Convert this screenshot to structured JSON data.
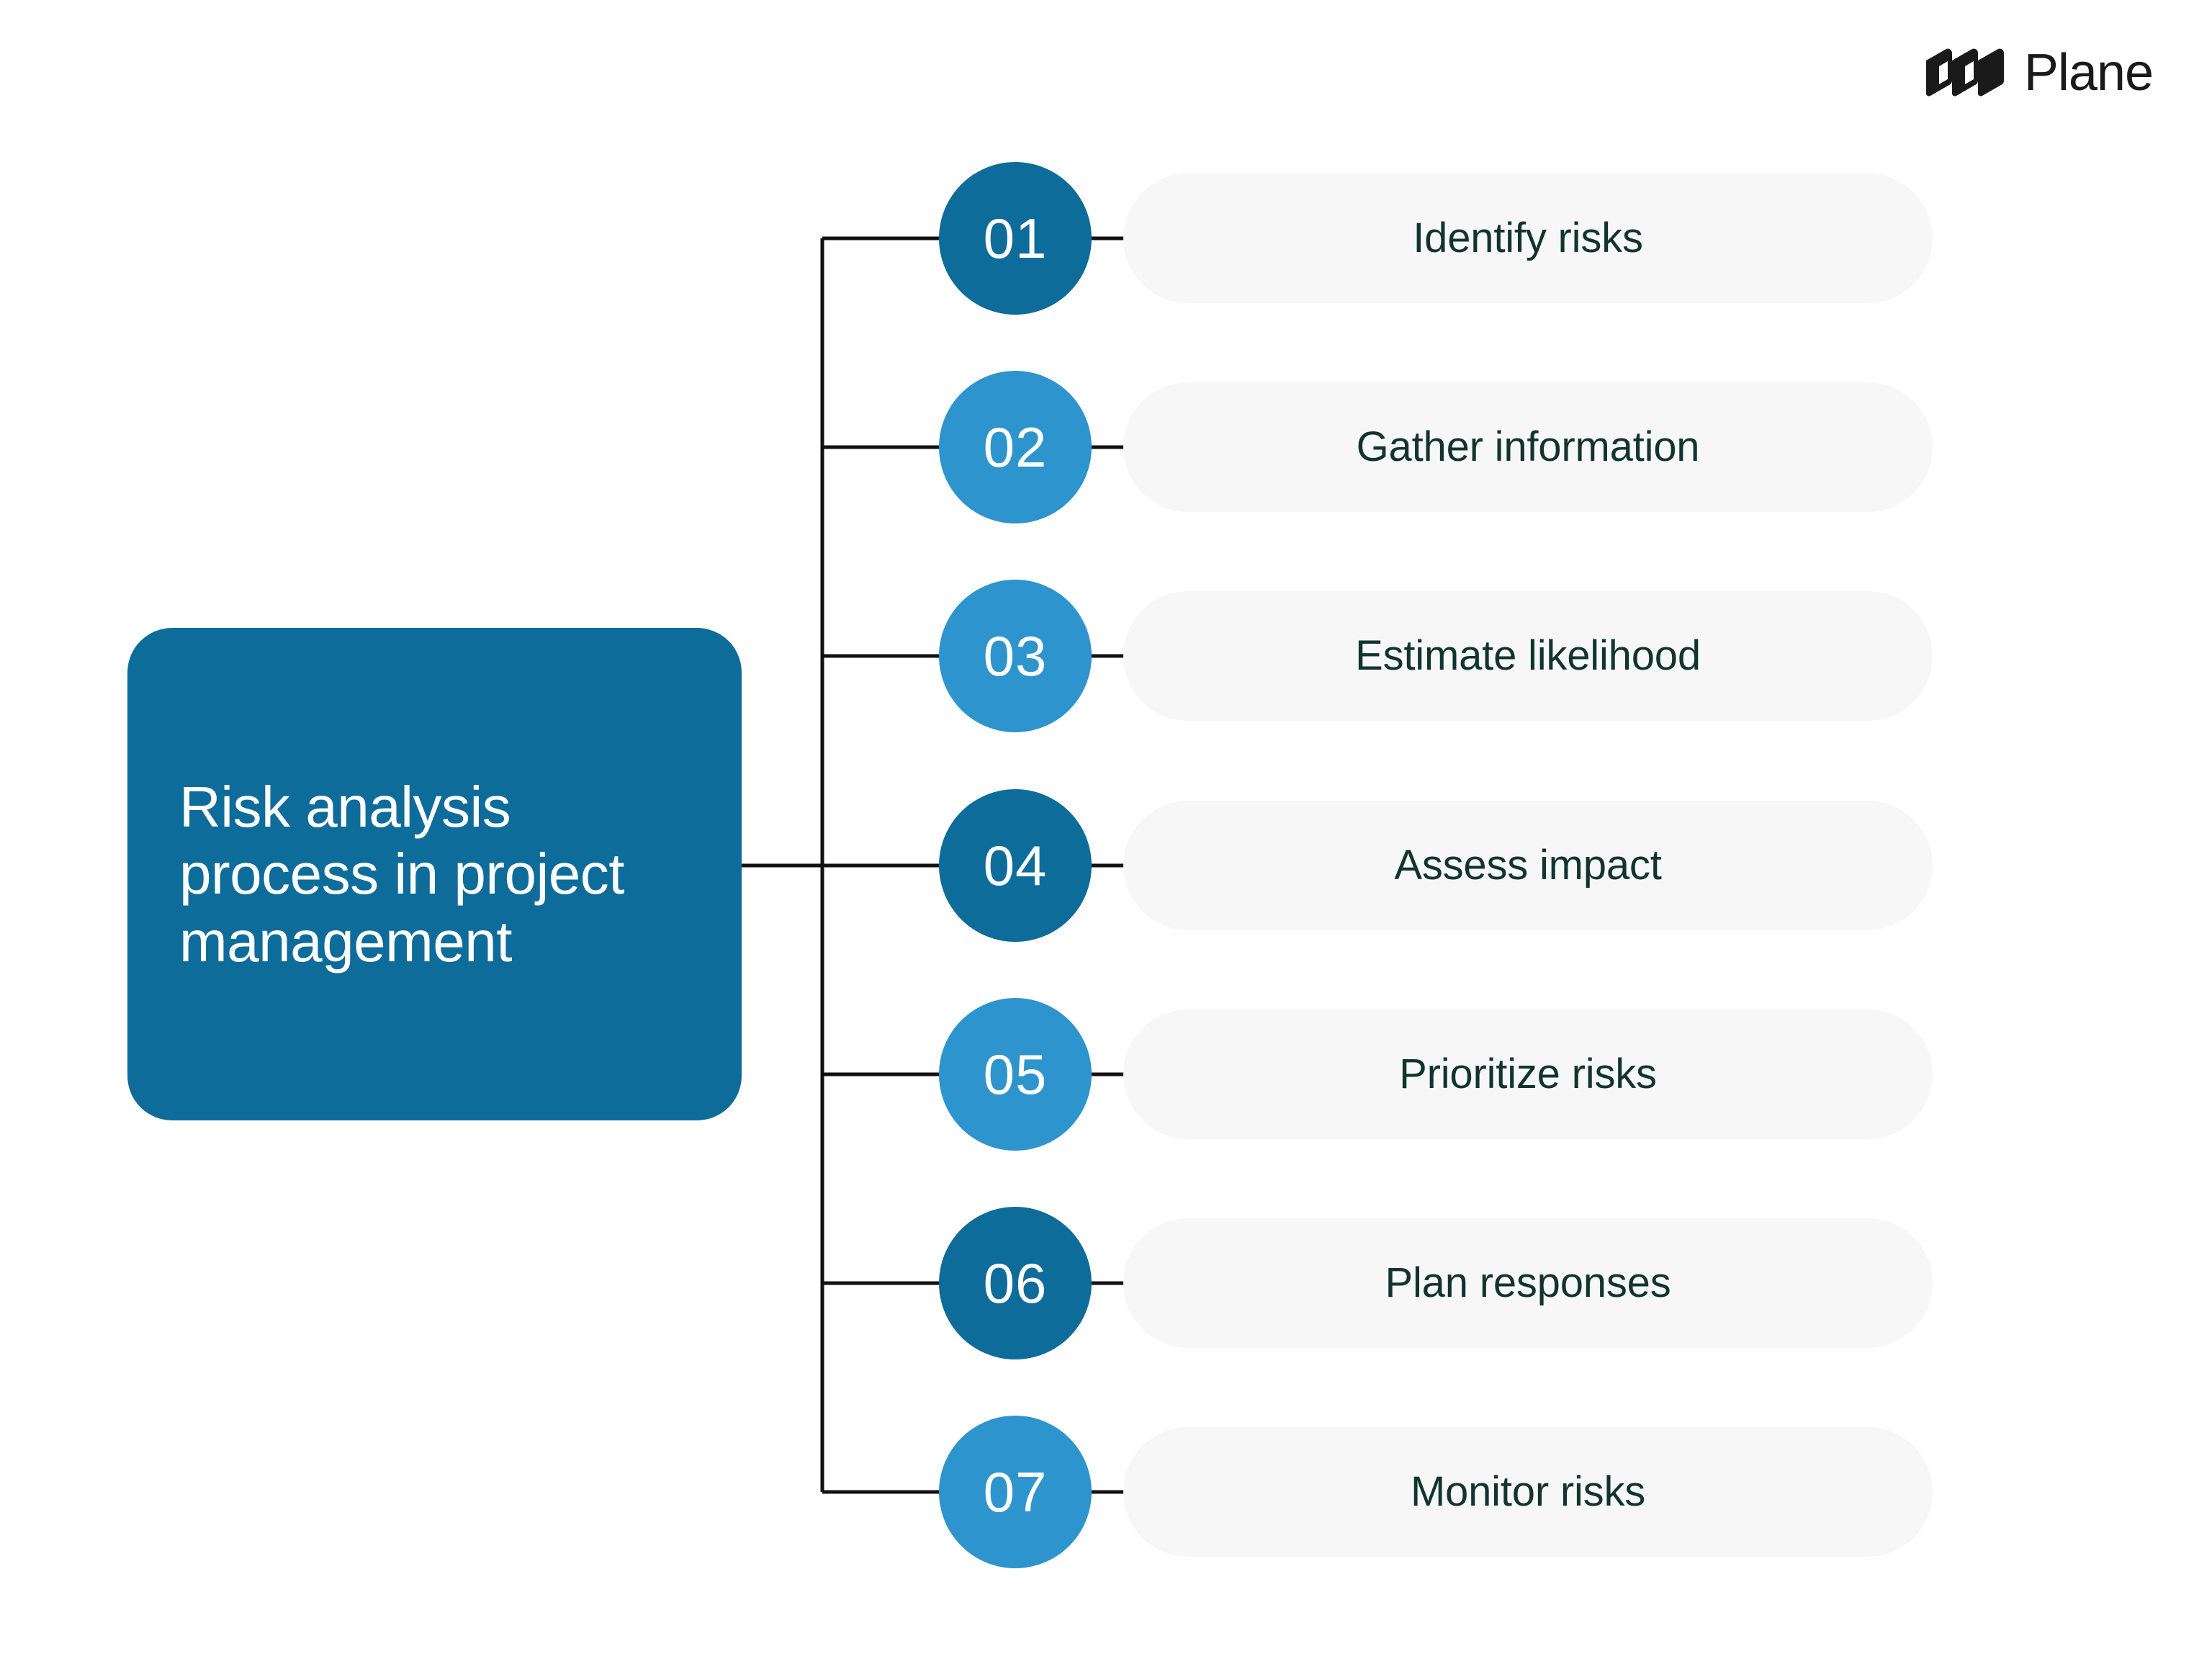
{
  "brand": {
    "name": "Plane",
    "logo_icon": "plane-logo-mark",
    "wordmark_color": "#1A1A1A"
  },
  "title_card": {
    "text": "Risk analysis process in project management",
    "background_color": "#0E6C9B",
    "text_color": "#FFFFFF"
  },
  "colors": {
    "dark_blue": "#0E6C9B",
    "light_blue": "#2E94CD",
    "pill_background": "#F7F7F8",
    "label_text": "#11352C",
    "connector_line": "#111111",
    "page_background": "#FFFFFF"
  },
  "steps": [
    {
      "number": "01",
      "label": "Identify risks",
      "badge_color": "dark"
    },
    {
      "number": "02",
      "label": "Gather information",
      "badge_color": "light"
    },
    {
      "number": "03",
      "label": "Estimate likelihood",
      "badge_color": "light"
    },
    {
      "number": "04",
      "label": "Assess impact",
      "badge_color": "dark"
    },
    {
      "number": "05",
      "label": "Prioritize risks",
      "badge_color": "light"
    },
    {
      "number": "06",
      "label": "Plan responses",
      "badge_color": "dark"
    },
    {
      "number": "07",
      "label": "Monitor risks",
      "badge_color": "light"
    }
  ]
}
